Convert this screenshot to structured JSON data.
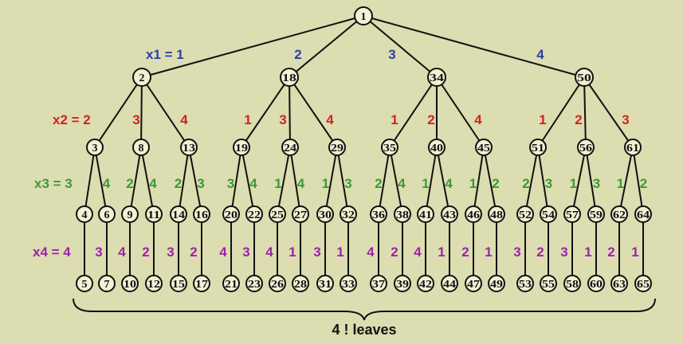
{
  "colors": {
    "background": "#dcddb0",
    "x1": "#2c3ea8",
    "x2": "#d0231f",
    "x3": "#3a9a35",
    "x4": "#a21eb0"
  },
  "level_labels": {
    "x1": "x1 = 1",
    "x2": "x2 = 2",
    "x3": "x3 = 3",
    "x4": "x4 = 4"
  },
  "footer": "4 ! leaves",
  "tree": {
    "id": "1",
    "children": [
      {
        "edge": "1",
        "id": "2",
        "children": [
          {
            "edge": "2",
            "id": "3",
            "children": [
              {
                "edge": "3",
                "id": "4",
                "children": [
                  {
                    "edge": "4",
                    "id": "5"
                  }
                ]
              },
              {
                "edge": "4",
                "id": "6",
                "children": [
                  {
                    "edge": "3",
                    "id": "7"
                  }
                ]
              }
            ]
          },
          {
            "edge": "3",
            "id": "8",
            "children": [
              {
                "edge": "2",
                "id": "9",
                "children": [
                  {
                    "edge": "4",
                    "id": "10"
                  }
                ]
              },
              {
                "edge": "4",
                "id": "11",
                "children": [
                  {
                    "edge": "2",
                    "id": "12"
                  }
                ]
              }
            ]
          },
          {
            "edge": "4",
            "id": "13",
            "children": [
              {
                "edge": "2",
                "id": "14",
                "children": [
                  {
                    "edge": "3",
                    "id": "15"
                  }
                ]
              },
              {
                "edge": "3",
                "id": "16",
                "children": [
                  {
                    "edge": "2",
                    "id": "17"
                  }
                ]
              }
            ]
          }
        ]
      },
      {
        "edge": "2",
        "id": "18",
        "children": [
          {
            "edge": "1",
            "id": "19",
            "children": [
              {
                "edge": "3",
                "id": "20",
                "children": [
                  {
                    "edge": "4",
                    "id": "21"
                  }
                ]
              },
              {
                "edge": "4",
                "id": "22",
                "children": [
                  {
                    "edge": "3",
                    "id": "23"
                  }
                ]
              }
            ]
          },
          {
            "edge": "3",
            "id": "24",
            "children": [
              {
                "edge": "1",
                "id": "25",
                "children": [
                  {
                    "edge": "4",
                    "id": "26"
                  }
                ]
              },
              {
                "edge": "4",
                "id": "27",
                "children": [
                  {
                    "edge": "1",
                    "id": "28"
                  }
                ]
              }
            ]
          },
          {
            "edge": "4",
            "id": "29",
            "children": [
              {
                "edge": "1",
                "id": "30",
                "children": [
                  {
                    "edge": "3",
                    "id": "31"
                  }
                ]
              },
              {
                "edge": "3",
                "id": "32",
                "children": [
                  {
                    "edge": "1",
                    "id": "33"
                  }
                ]
              }
            ]
          }
        ]
      },
      {
        "edge": "3",
        "id": "34",
        "children": [
          {
            "edge": "1",
            "id": "35",
            "children": [
              {
                "edge": "2",
                "id": "36",
                "children": [
                  {
                    "edge": "4",
                    "id": "37"
                  }
                ]
              },
              {
                "edge": "4",
                "id": "38",
                "children": [
                  {
                    "edge": "2",
                    "id": "39"
                  }
                ]
              }
            ]
          },
          {
            "edge": "2",
            "id": "40",
            "children": [
              {
                "edge": "1",
                "id": "41",
                "children": [
                  {
                    "edge": "4",
                    "id": "42"
                  }
                ]
              },
              {
                "edge": "4",
                "id": "43",
                "children": [
                  {
                    "edge": "1",
                    "id": "44"
                  }
                ]
              }
            ]
          },
          {
            "edge": "4",
            "id": "45",
            "children": [
              {
                "edge": "1",
                "id": "46",
                "children": [
                  {
                    "edge": "2",
                    "id": "47"
                  }
                ]
              },
              {
                "edge": "2",
                "id": "48",
                "children": [
                  {
                    "edge": "1",
                    "id": "49"
                  }
                ]
              }
            ]
          }
        ]
      },
      {
        "edge": "4",
        "id": "50",
        "children": [
          {
            "edge": "1",
            "id": "51",
            "children": [
              {
                "edge": "2",
                "id": "52",
                "children": [
                  {
                    "edge": "3",
                    "id": "53"
                  }
                ]
              },
              {
                "edge": "3",
                "id": "54",
                "children": [
                  {
                    "edge": "2",
                    "id": "55"
                  }
                ]
              }
            ]
          },
          {
            "edge": "2",
            "id": "56",
            "children": [
              {
                "edge": "1",
                "id": "57",
                "children": [
                  {
                    "edge": "3",
                    "id": "58"
                  }
                ]
              },
              {
                "edge": "3",
                "id": "59",
                "children": [
                  {
                    "edge": "1",
                    "id": "60"
                  }
                ]
              }
            ]
          },
          {
            "edge": "3",
            "id": "61",
            "children": [
              {
                "edge": "1",
                "id": "62",
                "children": [
                  {
                    "edge": "2",
                    "id": "63"
                  }
                ]
              },
              {
                "edge": "2",
                "id": "64",
                "children": [
                  {
                    "edge": "1",
                    "id": "65"
                  }
                ]
              }
            ]
          }
        ]
      }
    ]
  }
}
